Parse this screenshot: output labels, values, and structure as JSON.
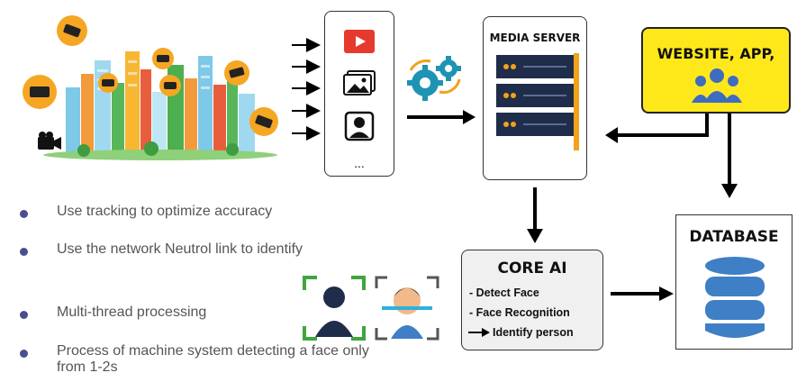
{
  "media_column": {
    "more_label": "..."
  },
  "media_server": {
    "title": "MEDIA SERVER"
  },
  "website_app": {
    "title": "WEBSITE, APP,"
  },
  "database": {
    "title": "DATABASE"
  },
  "core_ai": {
    "title": "CORE AI",
    "items": [
      "- Detect Face",
      "- Face Recognition",
      "Identify person"
    ]
  },
  "bullets": [
    "Use tracking to optimize accuracy",
    "Use the network Neutrol link to identify",
    "Multi-thread processing",
    "Process of machine system detecting a face only from 1-2s"
  ],
  "colors": {
    "yellow_box": "#ffe81a",
    "server_navy": "#1f2d4a",
    "database_blue": "#3e7fc6",
    "gear_teal": "#1f93b4",
    "gear_orange": "#f2a21b",
    "bullet": "#4b4e8c"
  }
}
